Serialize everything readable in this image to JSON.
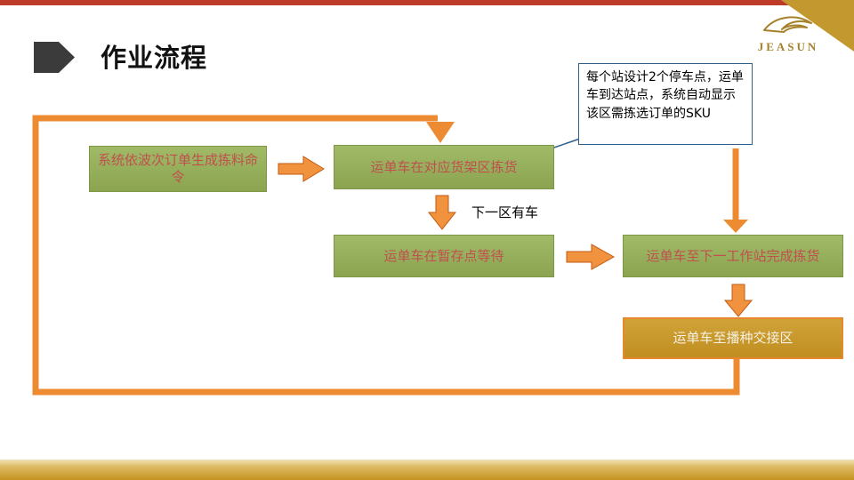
{
  "header": {
    "title": "作业流程",
    "logo": {
      "text": "JEASUN",
      "icon": "bird-swoosh-icon"
    }
  },
  "flowchart": {
    "nodes": [
      {
        "id": "generate-order",
        "label": "系统依波次订单生成拣料命令"
      },
      {
        "id": "pick-at-rack",
        "label": "运单车在对应货架区拣货"
      },
      {
        "id": "wait-at-buffer",
        "label": "运单车在暂存点等待"
      },
      {
        "id": "next-station-pick",
        "label": "运单车至下一工作站完成拣货"
      },
      {
        "id": "to-seeding-area",
        "label": "运单车至播种交接区"
      }
    ],
    "edge_label": "下一区有车",
    "callout": "每个站设计2个停车点，运单车到达站点，系统自动显示该区需拣选订单的SKU"
  },
  "colors": {
    "accent_orange": "#ed8b33",
    "node_green": "#95b05a",
    "node_gold": "#c89a2e",
    "top_bar_red": "#be3b2a",
    "corner_gold": "#c3992f",
    "callout_border": "#2e5f8a",
    "green_box_text": "#c0504d",
    "gold_box_text": "#f5f0e1"
  }
}
